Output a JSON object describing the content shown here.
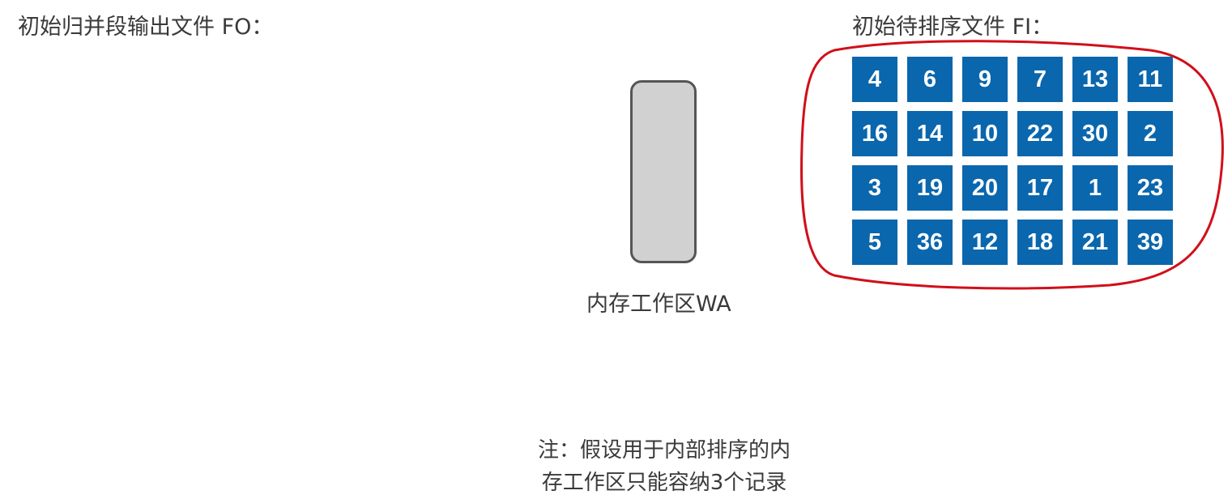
{
  "output_file": {
    "label": "初始归并段输出文件 FO："
  },
  "input_file": {
    "label": "初始待排序文件 FI：",
    "records": [
      4,
      6,
      9,
      7,
      13,
      11,
      16,
      14,
      10,
      22,
      30,
      2,
      3,
      19,
      20,
      17,
      1,
      23,
      5,
      36,
      12,
      18,
      21,
      39
    ],
    "cell_color": "#0a66ad",
    "highlight_color": "#d10f1a"
  },
  "work_area": {
    "label": "内存工作区WA",
    "fill_color": "#d1d1d1"
  },
  "note": {
    "line1": "注：假设用于内部排序的内",
    "line2": "存工作区只能容纳3个记录"
  }
}
